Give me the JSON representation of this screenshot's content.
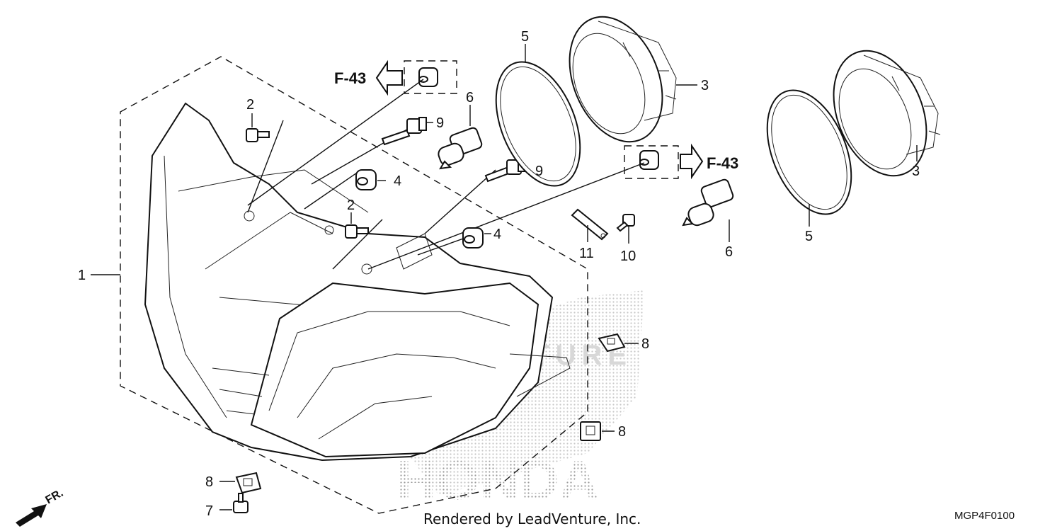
{
  "diagram": {
    "part_labels": {
      "p1": "1",
      "p2a": "2",
      "p2b": "2",
      "p3a": "3",
      "p3b": "3",
      "p4a": "4",
      "p4b": "4",
      "p5a": "5",
      "p5b": "5",
      "p6a": "6",
      "p6b": "6",
      "p7": "7",
      "p8a": "8",
      "p8b": "8",
      "p8c": "8",
      "p9a": "9",
      "p9b": "9",
      "p10": "10",
      "p11": "11"
    },
    "references": {
      "left": "F-43",
      "right": "F-43"
    },
    "direction_label": "FR.",
    "watermark": {
      "brand": "HONDA",
      "store": "LEADVENTURE"
    },
    "footer": {
      "credit": "Rendered by LeadVenture, Inc.",
      "diagram_code": "MGP4F0100"
    }
  }
}
